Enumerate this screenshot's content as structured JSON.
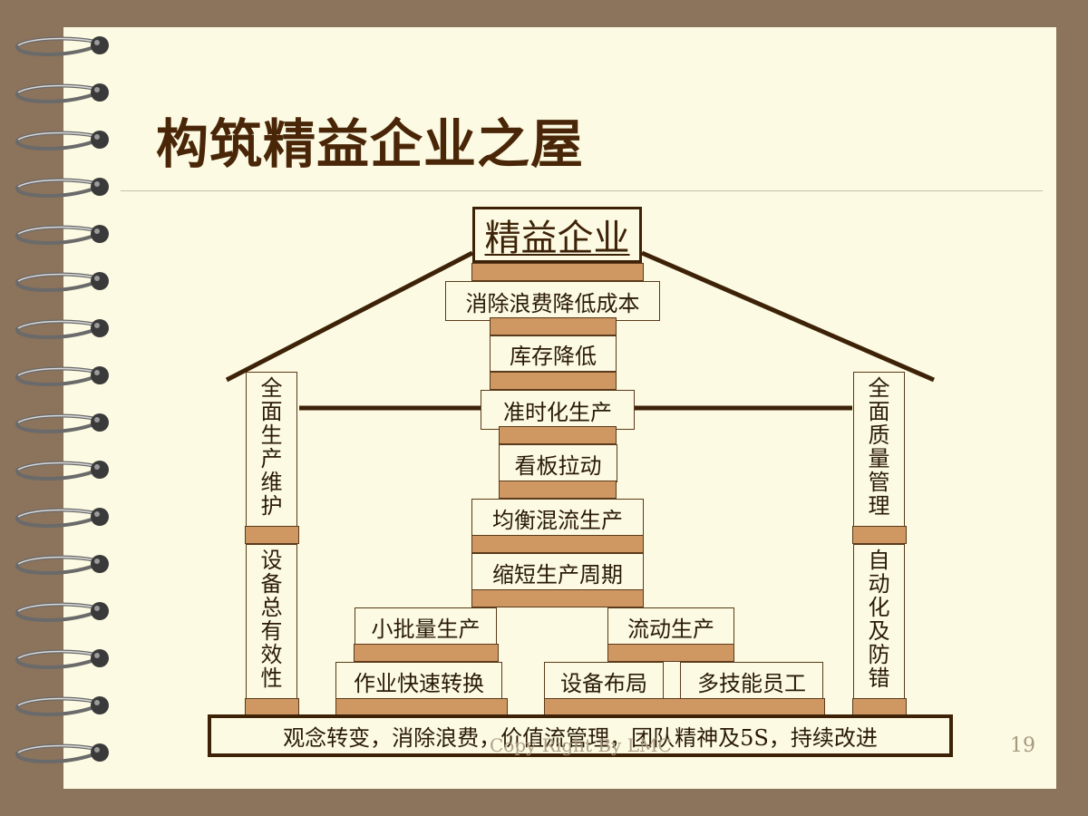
{
  "slide": {
    "title": "构筑精益企业之屋",
    "top_label": "精益企业",
    "center_stack": {
      "goal": "消除浪费降低成本",
      "inventory": "库存降低",
      "jit": "准时化生产",
      "kanban": "看板拉动",
      "heijunka": "均衡混流生产",
      "cycle": "缩短生产周期",
      "small_batch": "小批量生产",
      "flow": "流动生产",
      "quick_change": "作业快速转换",
      "layout": "设备布局",
      "multi_skill": "多技能员工"
    },
    "left_pillar": {
      "upper": "全面生产维护",
      "lower": "设备总有效性"
    },
    "right_pillar": {
      "upper": "全面质量管理",
      "lower": "自动化及防错"
    },
    "foundation": "观念转变，消除浪费，价值流管理，团队精神及5S，持续改进",
    "copyright": "Copy Right By LMC",
    "page_number": "19"
  },
  "colors": {
    "background": "#8b735c",
    "paper": "#fcfae2",
    "title": "#4a2608",
    "brick": "#cf9863",
    "line": "#3d2208"
  }
}
